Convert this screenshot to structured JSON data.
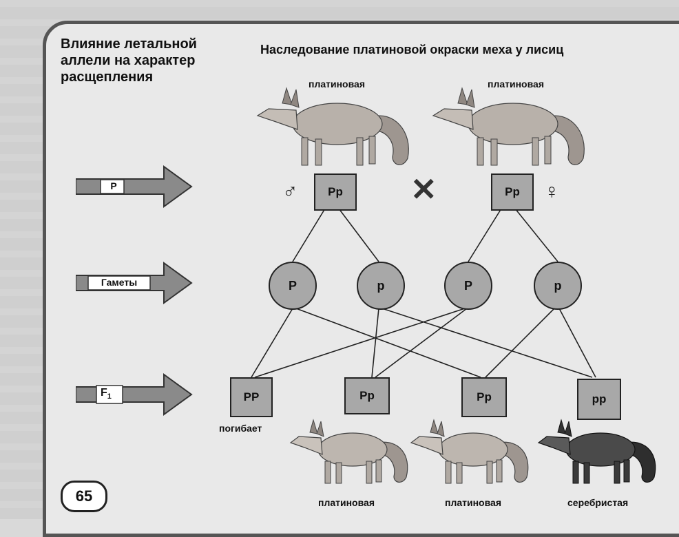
{
  "side_title": "Влияние летальной\nаллели на характер\nрасщепления",
  "main_title": "Наследование платиновой окраски меха у лисиц",
  "rows": {
    "parents": {
      "label": "P"
    },
    "gametes": {
      "label": "Гаметы"
    },
    "offspring": {
      "label_main": "F",
      "label_sub": "1"
    }
  },
  "parents": [
    {
      "caption": "платиновая",
      "genotype": "Pp",
      "sex_symbol": "♂"
    },
    {
      "caption": "платиновая",
      "genotype": "Pp",
      "sex_symbol": "♀"
    }
  ],
  "cross_symbol": "✕",
  "gametes": [
    "P",
    "p",
    "P",
    "p"
  ],
  "offspring": [
    {
      "genotype": "PP",
      "caption": "погибает"
    },
    {
      "genotype": "Pp",
      "caption": "платиновая"
    },
    {
      "genotype": "Pp",
      "caption": "платиновая"
    },
    {
      "genotype": "pp",
      "caption": "серебристая"
    }
  ],
  "page_number": "65",
  "colors": {
    "box_fill": "#a8a8a8",
    "fox_platinum": "#b8b1aa",
    "fox_silver": "#3a3a3a"
  }
}
